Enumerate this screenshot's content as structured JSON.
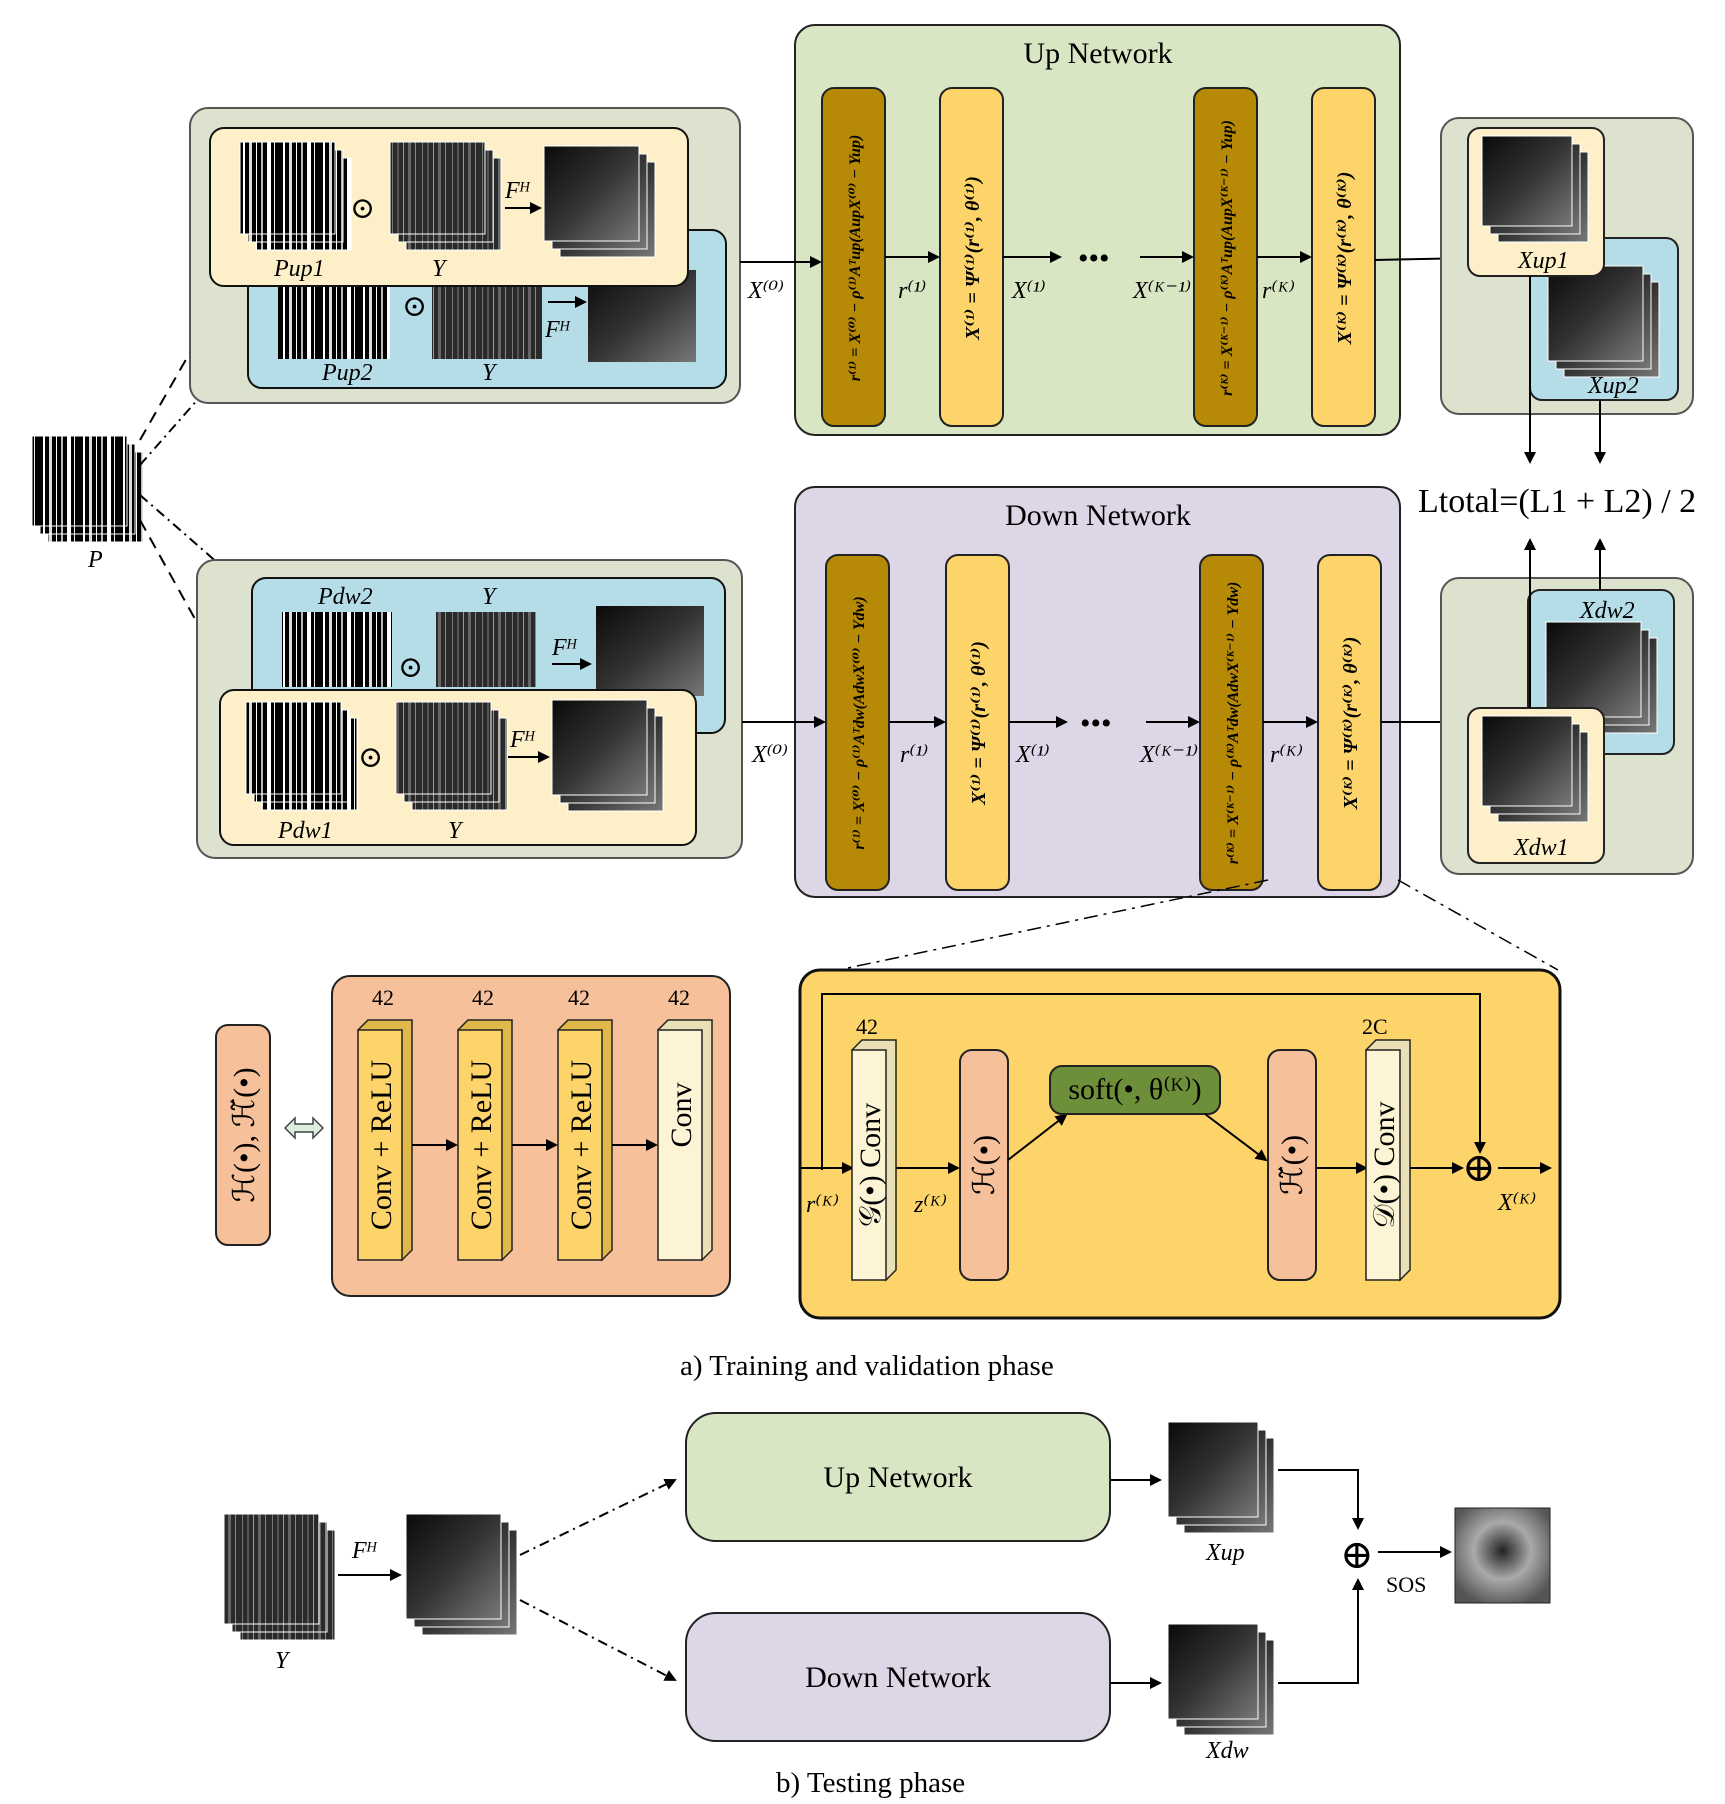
{
  "up_network": {
    "title": "Up Network",
    "r1_eq": "r⁽¹⁾ = X⁽⁰⁾ − ρ⁽¹⁾Aᵀup(AupX⁽⁰⁾ − Yup)",
    "x1_eq": "X⁽¹⁾ = Ψ⁽¹⁾(r⁽¹⁾, θ⁽¹⁾)",
    "rk_eq": "r⁽ᴷ⁾ = X⁽ᴷ⁻¹⁾ − ρ⁽ᴷ⁾Aᵀup(AupX⁽ᴷ⁻¹⁾ − Yup)",
    "xk_eq": "X⁽ᴷ⁾ = Ψ⁽ᴷ⁾(r⁽ᴷ⁾, θ⁽ᴷ⁾)"
  },
  "down_network": {
    "title": "Down Network",
    "r1_eq": "r⁽¹⁾ = X⁽⁰⁾ − ρ⁽¹⁾Aᵀdw(AdwX⁽⁰⁾ − Ydw)",
    "x1_eq": "X⁽¹⁾ = Ψ⁽¹⁾(r⁽¹⁾, θ⁽¹⁾)",
    "rk_eq": "r⁽ᴷ⁾ = X⁽ᴷ⁻¹⁾ − ρ⁽ᴷ⁾Aᵀdw(AdwX⁽ᴷ⁻¹⁾ − Ydw)",
    "xk_eq": "X⁽ᴷ⁾ = Ψ⁽ᴷ⁾(r⁽ᴷ⁾, θ⁽ᴷ⁾)"
  },
  "flow_labels": {
    "x0": "X⁽⁰⁾",
    "r1": "r⁽¹⁾",
    "x1": "X⁽¹⁾",
    "dots": "•••",
    "xk1": "X⁽ᴷ⁻¹⁾",
    "rk": "r⁽ᴷ⁾"
  },
  "input": {
    "p": "P",
    "y": "Y",
    "fh": "Fᴴ",
    "odot": "⊙",
    "p_up1": "Pup1",
    "p_up2": "Pup2",
    "p_dw1": "Pdw1",
    "p_dw2": "Pdw2"
  },
  "outputs": {
    "x_up1": "Xup1",
    "x_up2": "Xup2",
    "x_dw1": "Xdw1",
    "x_dw2": "Xdw2",
    "loss": "Ltotal=(L1 + L2) / 2"
  },
  "cnn": {
    "operator_label": "ℋ(•), ℋ̃(•)",
    "channels": [
      "42",
      "42",
      "42",
      "42"
    ],
    "layers": [
      "Conv + ReLU",
      "Conv + ReLU",
      "Conv + ReLU",
      "Conv"
    ]
  },
  "block_detail": {
    "g_channels": "42",
    "d_channels": "2C",
    "g_label": "𝒢(•)  Conv",
    "h_label": "ℋ(•)",
    "soft_label": "soft(•, θ⁽ᴷ⁾)",
    "ht_label": "ℋ̃(•)",
    "d_label": "𝒟(•)  Conv",
    "r_in": "r⁽ᴷ⁾",
    "z_k": "z⁽ᴷ⁾",
    "x_out": "X⁽ᴷ⁾",
    "oplus": "⊕"
  },
  "captions": {
    "a": "a)   Training and validation phase",
    "b": "b)   Testing phase"
  },
  "testing": {
    "y": "Y",
    "fh": "Fᴴ",
    "up": "Up Network",
    "down": "Down Network",
    "x_up": "Xup",
    "x_dw": "Xdw",
    "sos": "SOS",
    "oplus": "⊕"
  },
  "colors": {
    "green_panel": "#dde2cf",
    "up_net": "#d9e6c4",
    "down_net": "#dcd6e6",
    "cream": "#fdf0c8",
    "blue": "#b5dde8",
    "brown": "#b68a07",
    "yellow": "#fcd46a",
    "salmon": "#f6c09a",
    "soft_green": "#6e8f3a"
  }
}
